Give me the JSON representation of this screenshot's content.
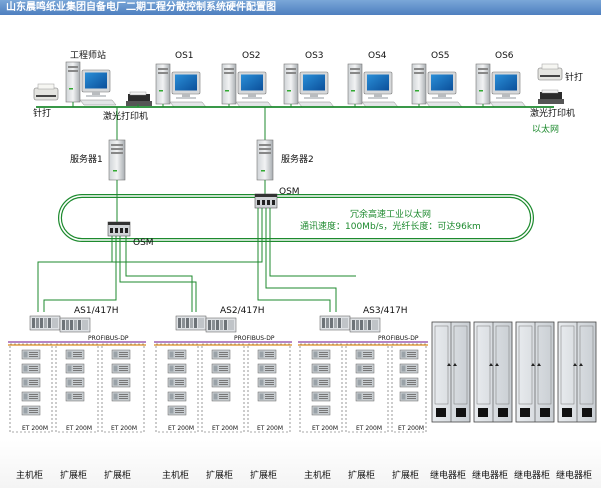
{
  "title": "山东晨鸣纸业集团自备电厂二期工程分散控制系统硬件配置图",
  "workstations": {
    "engineer": "工程师站",
    "os": [
      "OS1",
      "OS2",
      "OS3",
      "OS4",
      "OS5",
      "OS6"
    ]
  },
  "printers": {
    "left_dot": "针打",
    "left_laser": "激光打印机",
    "right_dot": "针打",
    "right_laser": "激光打印机"
  },
  "ethernet_label": "以太网",
  "servers": [
    "服务器1",
    "服务器2"
  ],
  "osm": [
    "OSM",
    "OSM"
  ],
  "ring": {
    "title": "冗余高速工业以太网",
    "spec": "通讯速度：100Mb/s，光纤长度：可达96km"
  },
  "as_stations": [
    "AS1/417H",
    "AS2/417H",
    "AS3/417H"
  ],
  "profibus": "PROFIBUS-DP",
  "et_label": "ET 200M",
  "cabinets": [
    "主机柜",
    "扩展柜",
    "扩展柜",
    "主机柜",
    "扩展柜",
    "扩展柜",
    "主机柜",
    "扩展柜",
    "扩展柜",
    "继电器柜",
    "继电器柜",
    "继电器柜",
    "继电器柜"
  ],
  "colors": {
    "title_bar": "#4e7fbf",
    "ethernet": "#1d8a2e",
    "ring": "#1d8a2e",
    "profibus_a": "#8a3fa0",
    "profibus_b": "#d98a1e"
  }
}
